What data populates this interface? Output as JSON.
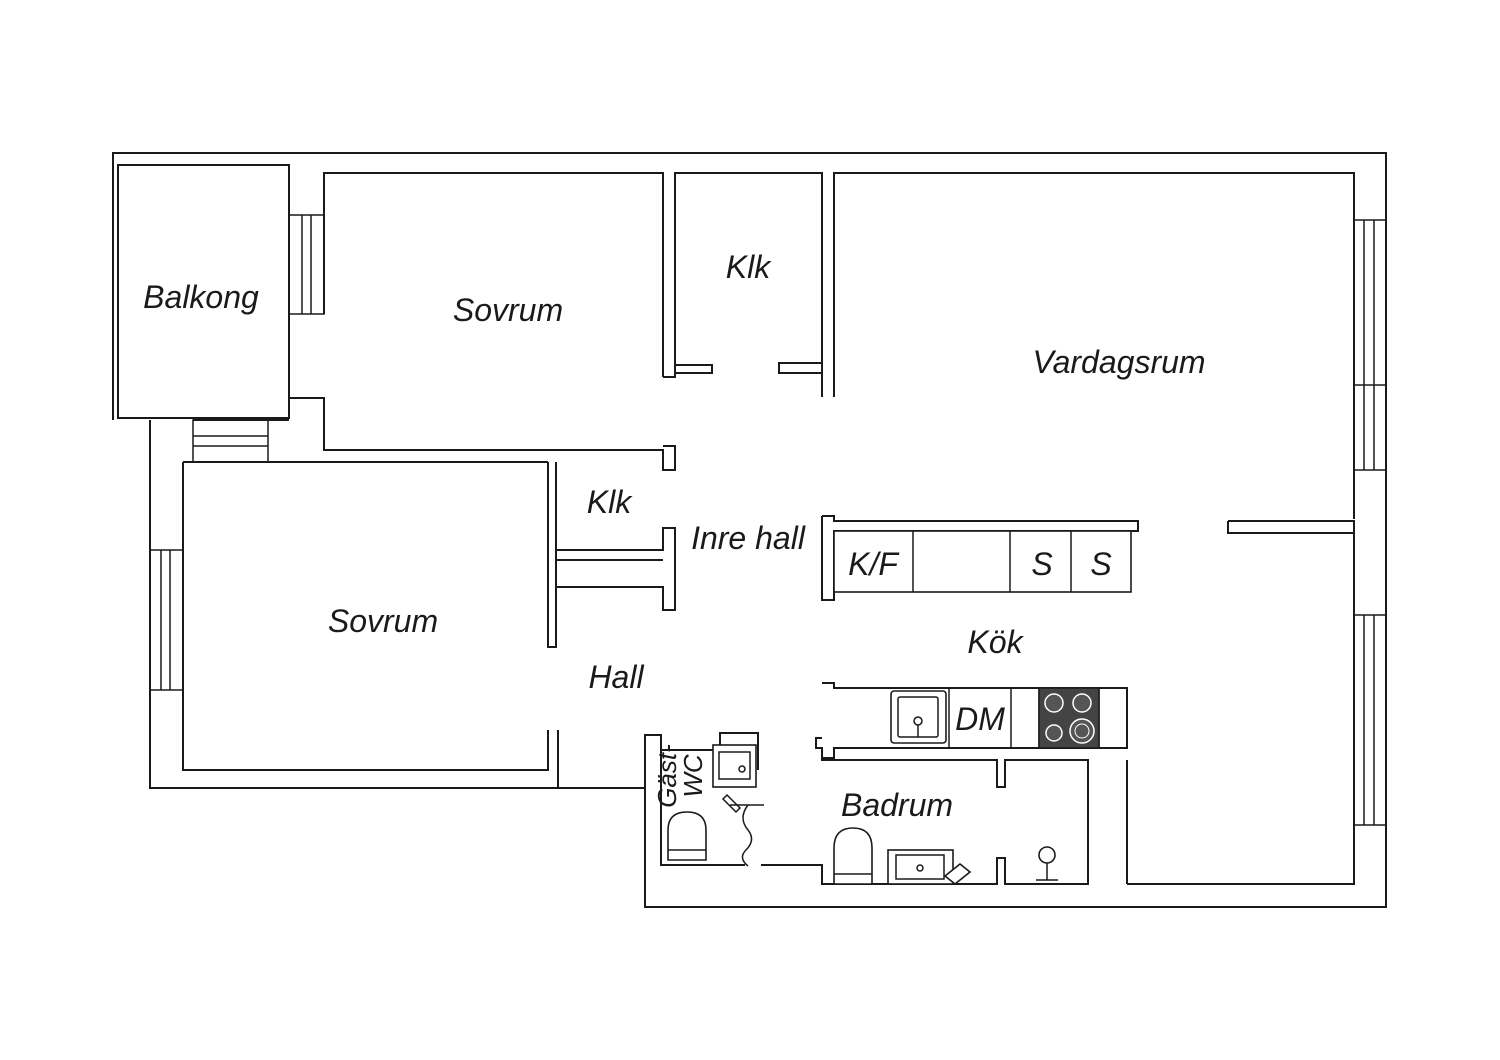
{
  "rooms": {
    "balkong": "Balkong",
    "sovrum_1": "Sovrum",
    "klk_1": "Klk",
    "vardagsrum": "Vardagsrum",
    "sovrum_2": "Sovrum",
    "klk_2": "Klk",
    "inre_hall": "Inre hall",
    "hall": "Hall",
    "kok": "Kök",
    "badrum": "Badrum",
    "gast_wc_line1": "Gäst-",
    "gast_wc_line2": "WC"
  },
  "fixtures": {
    "kf": "K/F",
    "s1": "S",
    "s2": "S",
    "dm": "DM"
  }
}
